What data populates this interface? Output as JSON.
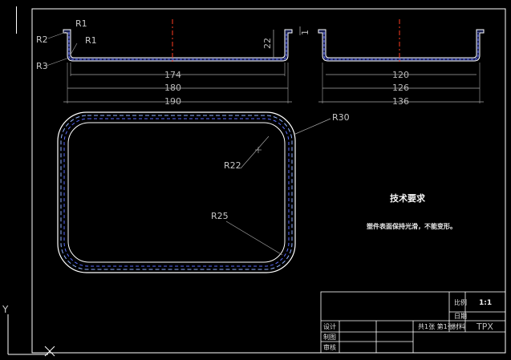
{
  "colors": {
    "background": "#000000",
    "frame": "#ffffff",
    "dimension": "#a8a8a8",
    "centerline": "#ff3b1f",
    "dashed_inner": "#4b6cff",
    "part_fill": "#6a78ff"
  },
  "top_left_view": {
    "radius_labels": [
      "R1",
      "R2",
      "R1",
      "R3"
    ],
    "height_dims": [
      "22",
      "1"
    ],
    "width_dims": [
      "174",
      "180",
      "190"
    ]
  },
  "top_right_view": {
    "width_dims": [
      "120",
      "126",
      "136"
    ]
  },
  "plan_view": {
    "radius_labels": [
      "R30",
      "R22",
      "R25"
    ]
  },
  "notes": {
    "title": "技术要求",
    "body": "塑件表面保持光滑，不能变形。"
  },
  "title_block": {
    "scale_label": "比例",
    "scale_value": "1:1",
    "date_label": "日期",
    "material_label": "材料",
    "material_value": "TPX",
    "design_label": "设计",
    "drafting_label": "制图",
    "review_label": "审核",
    "sheet_info": "共1张 第1张"
  },
  "ucs": {
    "y_label": "Y",
    "x_label": "X"
  }
}
